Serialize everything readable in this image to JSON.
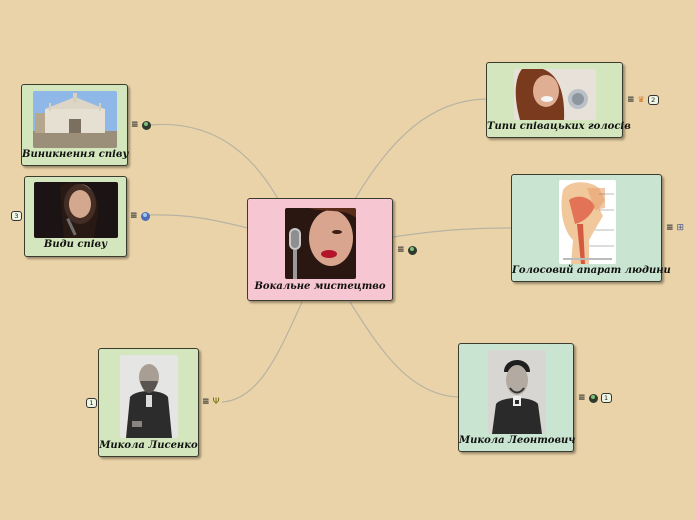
{
  "central": {
    "title": "Вокальне мистецтво"
  },
  "topics": [
    {
      "id": "origin",
      "title": "Виникнення співу"
    },
    {
      "id": "kinds",
      "title": "Види співу",
      "badge": "3"
    },
    {
      "id": "voices",
      "title": "Типи співацьких голосів",
      "badge": "2"
    },
    {
      "id": "apparatus",
      "title": "Голосовий апарат людини"
    },
    {
      "id": "lysenko",
      "title": "Микола Лисенко",
      "badge": "1"
    },
    {
      "id": "leontovych",
      "title": "Микола Леонтович",
      "badge": "1"
    }
  ],
  "colors": {
    "background": "#ead3a8",
    "central_fill": "#f7c6d3",
    "topic_fill_green": "#d3e6bd",
    "topic_fill_mint": "#c9e4d0",
    "link": "#b8b3a3"
  },
  "icons": [
    "notes-icon",
    "globe-icon",
    "crown-icon",
    "grid-icon",
    "trident-icon"
  ]
}
